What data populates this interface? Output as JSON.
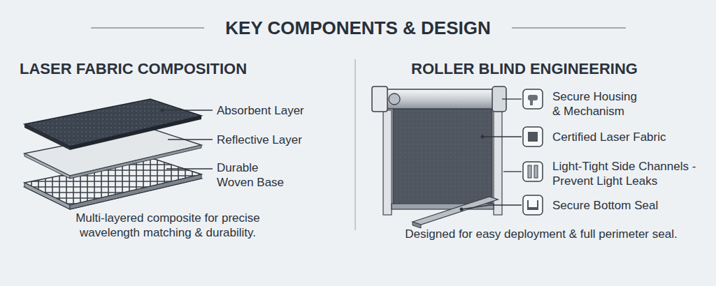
{
  "diagram": {
    "title": "KEY COMPONENTS & DESIGN",
    "labels": [
      "LASER FABRIC COMPOSITION",
      "Absorbent Layer",
      "Reflective Layer",
      "Durable Woven Base",
      "Multi-layered composite for precise wavelength matching & durability.",
      "ROLLER BLIND ENGINEERING",
      "Secure Housing & Mechanism",
      "Certified Laser Fabric",
      "Light-Tight Side Channels - Prevent Light Leaks",
      "Secure Bottom Seal",
      "Designed for easy deployment & full perimeter seal."
    ]
  }
}
